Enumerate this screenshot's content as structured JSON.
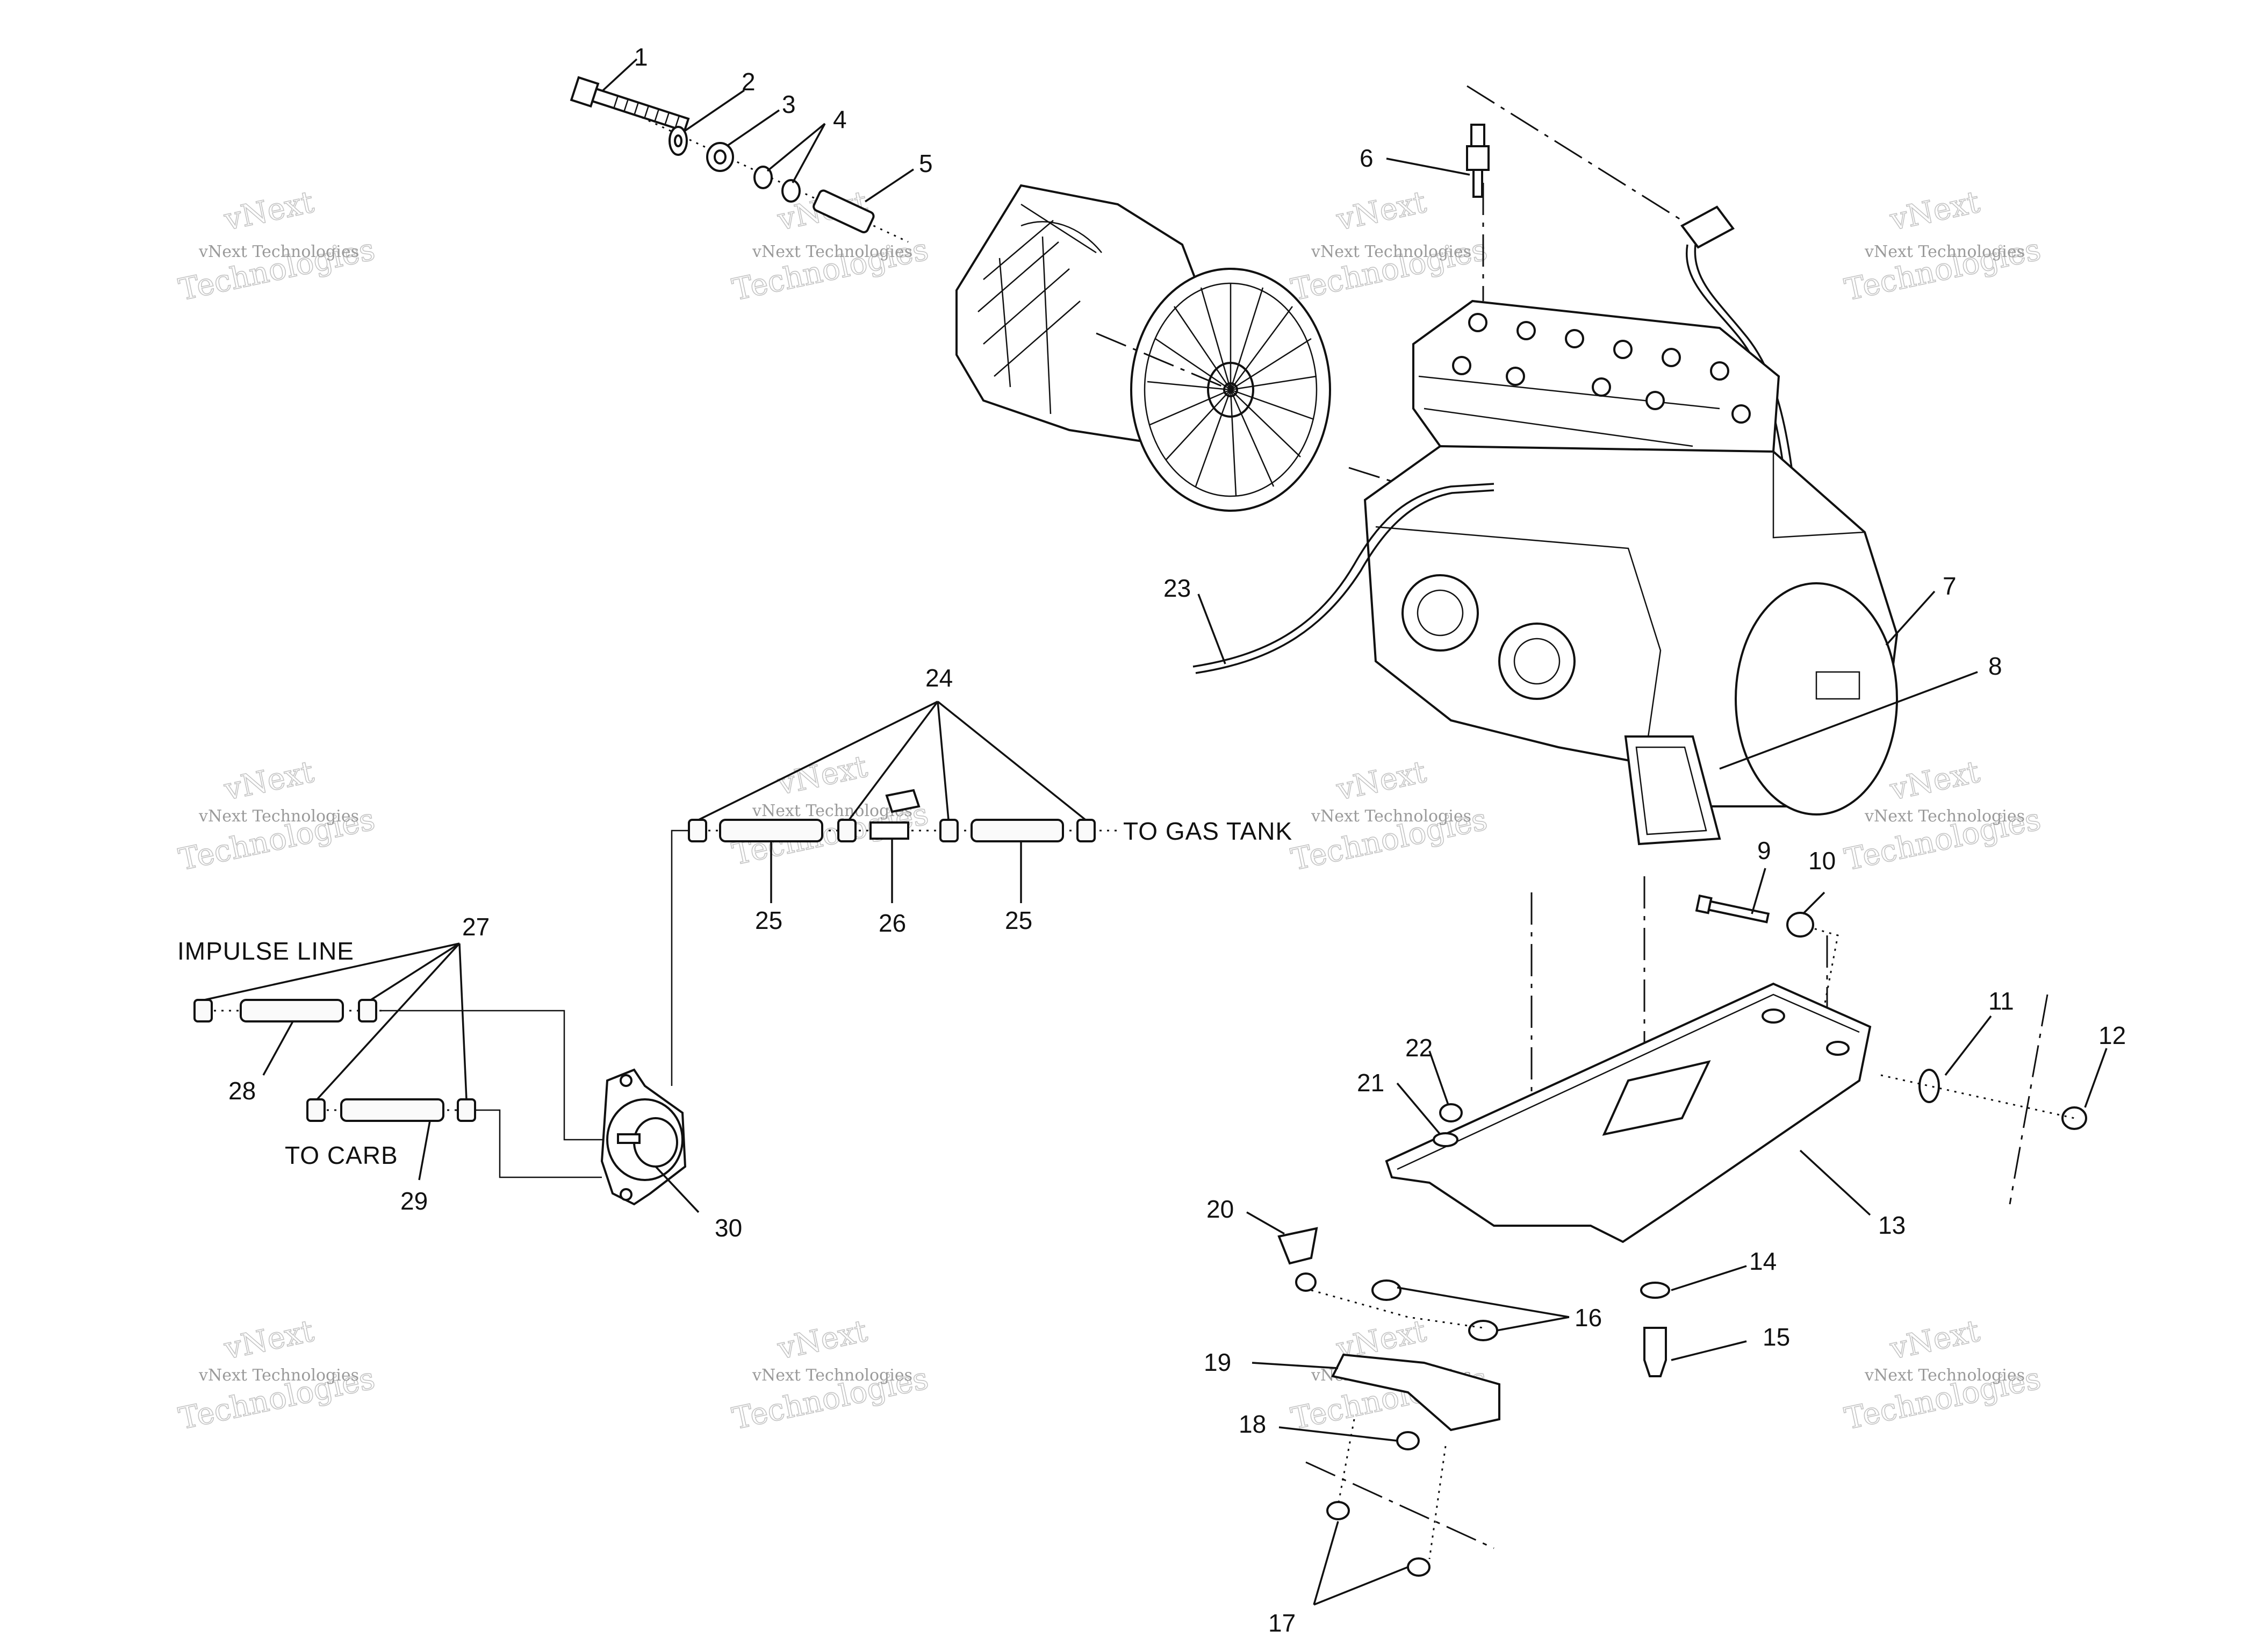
{
  "callouts": [
    "1",
    "2",
    "3",
    "4",
    "5",
    "6",
    "7",
    "8",
    "9",
    "10",
    "11",
    "12",
    "13",
    "14",
    "15",
    "16",
    "17",
    "18",
    "19",
    "20",
    "21",
    "22",
    "23",
    "24",
    "25",
    "25",
    "26",
    "27",
    "28",
    "29",
    "30"
  ],
  "labels": {
    "impulse_line": "IMPULSE LINE",
    "to_carb": "TO CARB",
    "to_gas_tank": "TO GAS TANK"
  },
  "watermark": {
    "line1": "vNext Technologies",
    "line2": "vNext",
    "line3": "Technologies"
  }
}
